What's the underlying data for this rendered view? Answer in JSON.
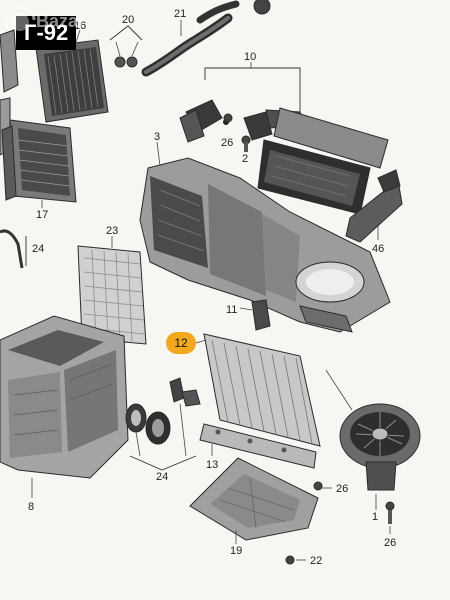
{
  "listing": {
    "code": "Г-92"
  },
  "diagram": {
    "callouts": [
      "1",
      "2",
      "3",
      "10",
      "11",
      "12",
      "13",
      "16",
      "17",
      "19",
      "20",
      "21",
      "22",
      "23",
      "24",
      "26",
      "46",
      "8"
    ],
    "callout_12": "12"
  },
  "watermark": {
    "text": "Bazar"
  }
}
